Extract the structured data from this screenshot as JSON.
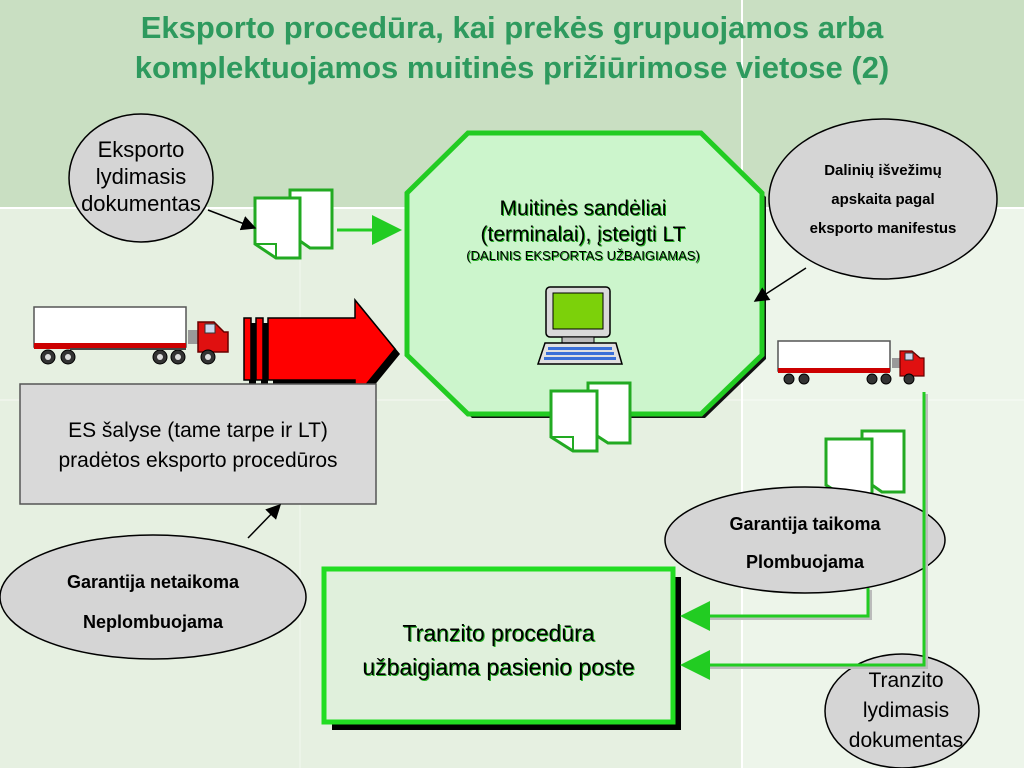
{
  "title": {
    "line1": "Eksporto procedūra, kai prekės grupuojamos arba",
    "line2": "komplektuojamos muitinės prižiūrimose vietose (2)"
  },
  "bubble_export_doc": {
    "line1": "Eksporto",
    "line2": "lydimasis",
    "line3": "dokumentas"
  },
  "bubble_partial": {
    "line1": "Dalinių išvežimų",
    "line2": "apskaita pagal",
    "line3": "eksporto manifestus"
  },
  "warehouse": {
    "line1": "Muitinės sandėliai",
    "line2": "(terminalai), įsteigti LT",
    "line3": "(DALINIS EKSPORTAS UŽBAIGIAMAS)"
  },
  "es_box": {
    "line1": "ES šalyse (tame tarpe ir LT)",
    "line2": "pradėtos eksporto procedūros"
  },
  "bubble_no_guarantee": {
    "line1": "Garantija netaikoma",
    "line2": "Neplombuojama"
  },
  "bubble_guarantee": {
    "line1": "Garantija taikoma",
    "line2": "Plombuojama"
  },
  "transit_box": {
    "line1": "Tranzito procedūra",
    "line2": "užbaigiama pasienio poste"
  },
  "bubble_transit_doc": {
    "line1": "Tranzito",
    "line2": "lydimasis",
    "line3": "dokumentas"
  },
  "colors": {
    "title": "#2e9a5e",
    "accent_green": "#22cc22",
    "octagon_fill": "#ccf5cc",
    "arrow_red": "#ff0000",
    "background": "#d7e6d0"
  },
  "icons": [
    "document-icon",
    "truck-icon",
    "computer-icon",
    "arrow-icon"
  ]
}
